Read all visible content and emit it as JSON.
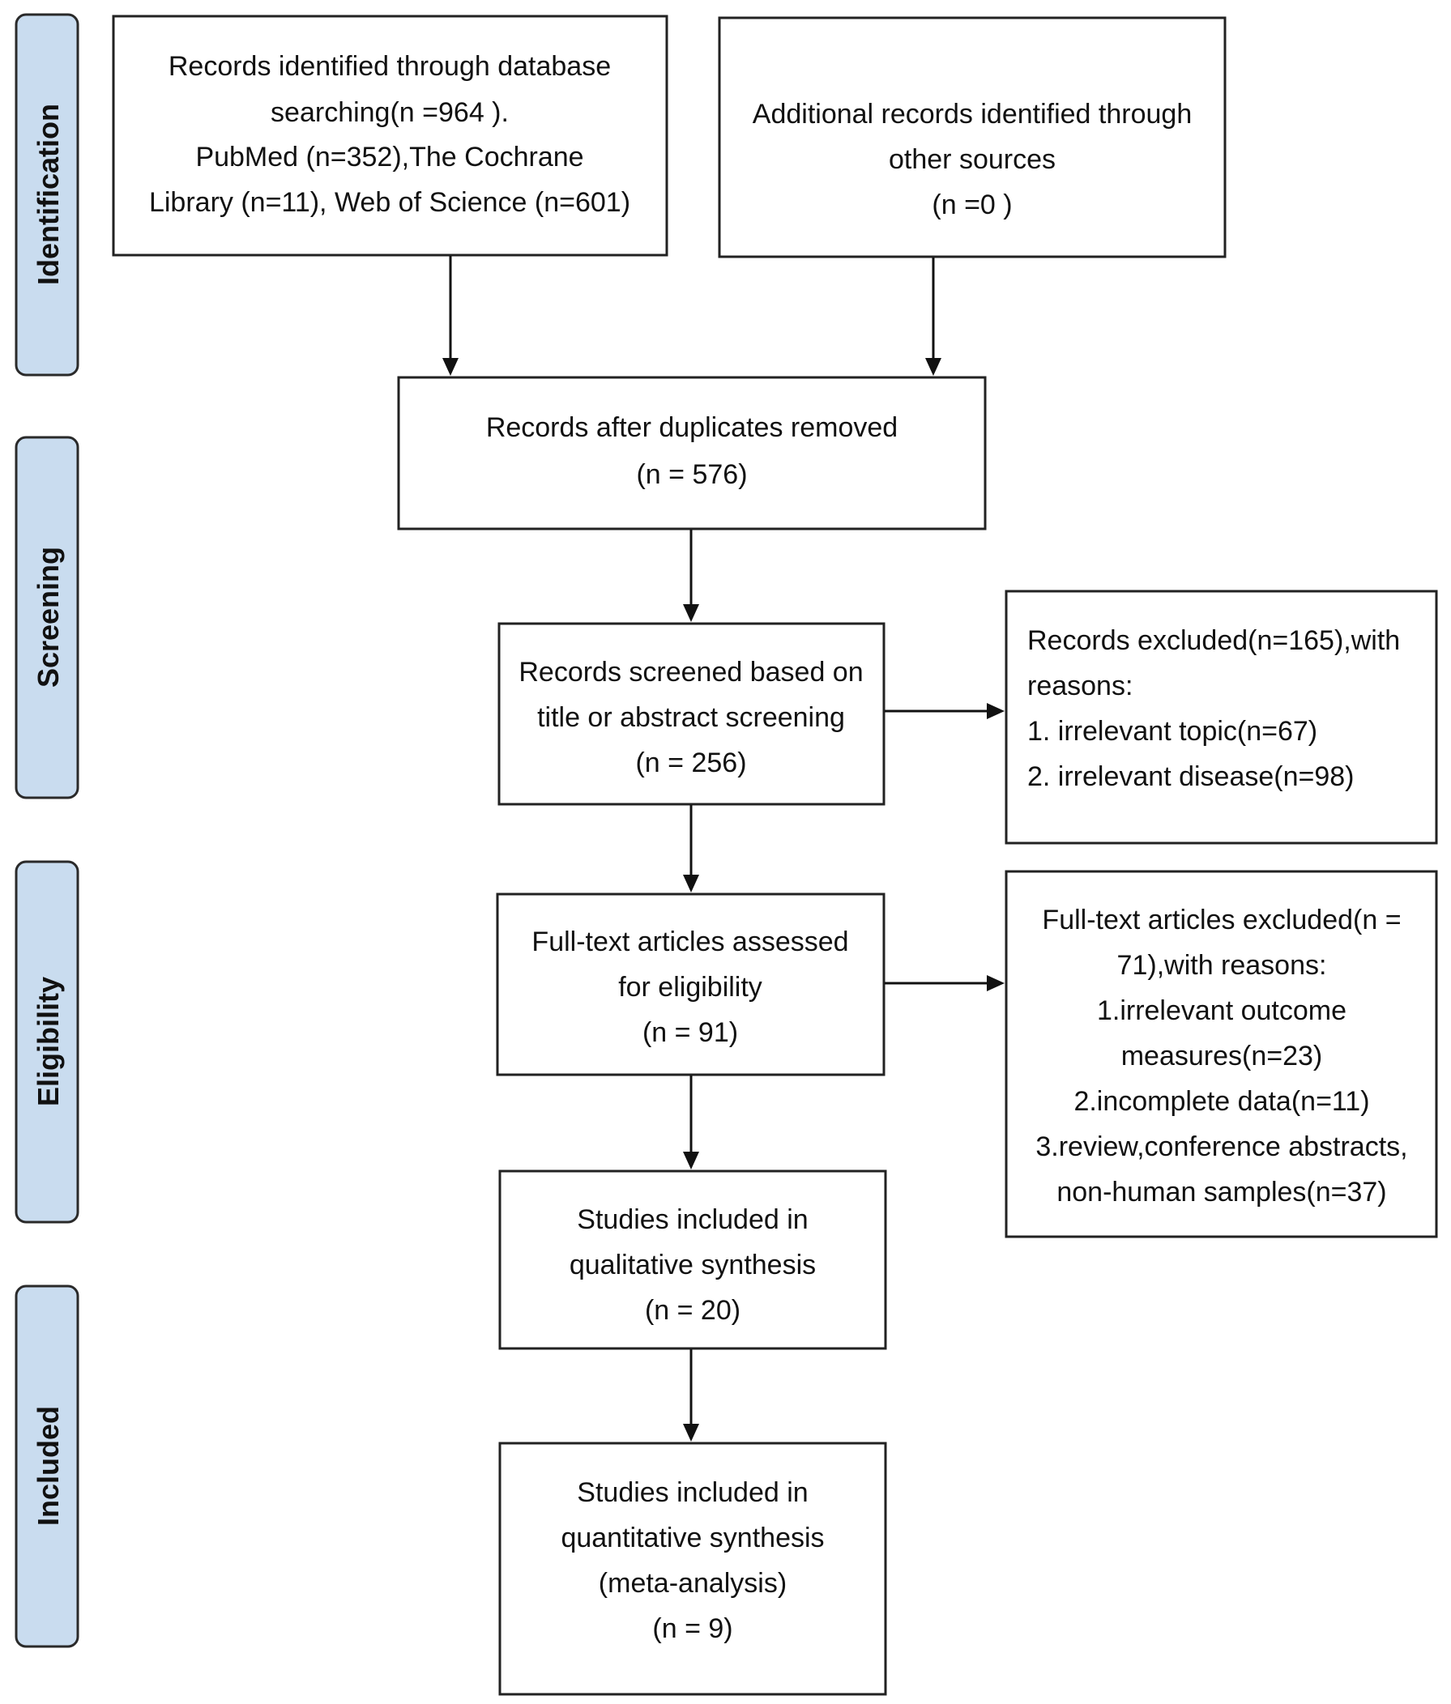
{
  "phases": {
    "identification": "Identification",
    "screening": "Screening",
    "eligibility": "Eligibility",
    "included": "Included"
  },
  "boxes": {
    "database": [
      "Records identified through database",
      "searching(n =964 ).",
      "PubMed (n=352),The Cochrane",
      "Library (n=11), Web of Science (n=601)"
    ],
    "other_sources": [
      "Additional records identified through",
      "other sources",
      "(n =0 )"
    ],
    "duplicates_removed": [
      "Records after duplicates removed",
      "(n = 576)"
    ],
    "screened": [
      "Records screened based on",
      "title or abstract screening",
      "(n = 256)"
    ],
    "excluded_records": [
      "Records excluded(n=165),with",
      "reasons:",
      "1. irrelevant topic(n=67)",
      "2. irrelevant disease(n=98)"
    ],
    "fulltext_assessed": [
      "Full-text articles assessed",
      "for eligibility",
      "(n = 91)"
    ],
    "fulltext_excluded": [
      "Full-text articles excluded(n =",
      "71),with reasons:",
      "1.irrelevant outcome",
      "measures(n=23)",
      "2.incomplete data(n=11)",
      "3.review,conference abstracts,",
      "non-human samples(n=37)"
    ],
    "qualitative": [
      "Studies included in",
      "qualitative synthesis",
      "(n = 20)"
    ],
    "quantitative": [
      "Studies included in",
      "quantitative synthesis",
      "(meta-analysis)",
      "(n = 9)"
    ]
  }
}
